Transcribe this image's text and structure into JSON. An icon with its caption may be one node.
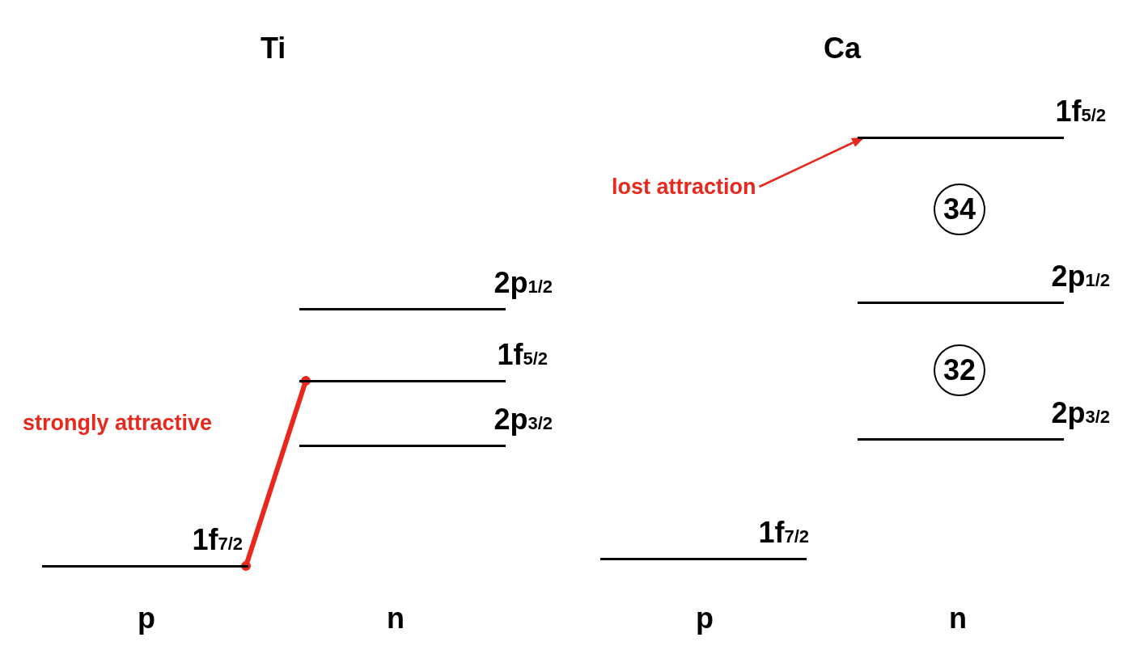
{
  "diagram": {
    "nodes": [
      {
        "text": [
          "1f$_{5/2}$"
        ]
      },
      {
        "text": [
          "lost attraction"
        ]
      },
      {
        "text": [
          "34"
        ]
      },
      {
        "text": [
          "2p$_{1/2}$"
        ]
      },
      {
        "text": [
          "2p$_{1/2}$"
        ]
      },
      {
        "text": [
          "1f$_{5/2}$"
        ]
      },
      {
        "text": [
          "32"
        ]
      },
      {
        "text": [
          "2p$_{3/2}$"
        ]
      },
      {
        "text": [
          "2p$_{3/2}$"
        ]
      },
      {
        "text": [
          "1f$_{7/2}$"
        ]
      },
      {
        "text": [
          "1f$_{7/2}$"
        ]
      }
    ],
    "edges": [
      {
        "from": 1,
        "to": 0,
        "arrow": "to",
        "color": "#e8281c"
      },
      {
        "from": 10,
        "to": 5,
        "arrow": "other",
        "style": "thick",
        "color": "#e8281c",
        "label": "strongly attractive"
      }
    ],
    "labels": [
      "Ti",
      "Ca",
      "p",
      "n",
      "p",
      "n"
    ]
  }
}
